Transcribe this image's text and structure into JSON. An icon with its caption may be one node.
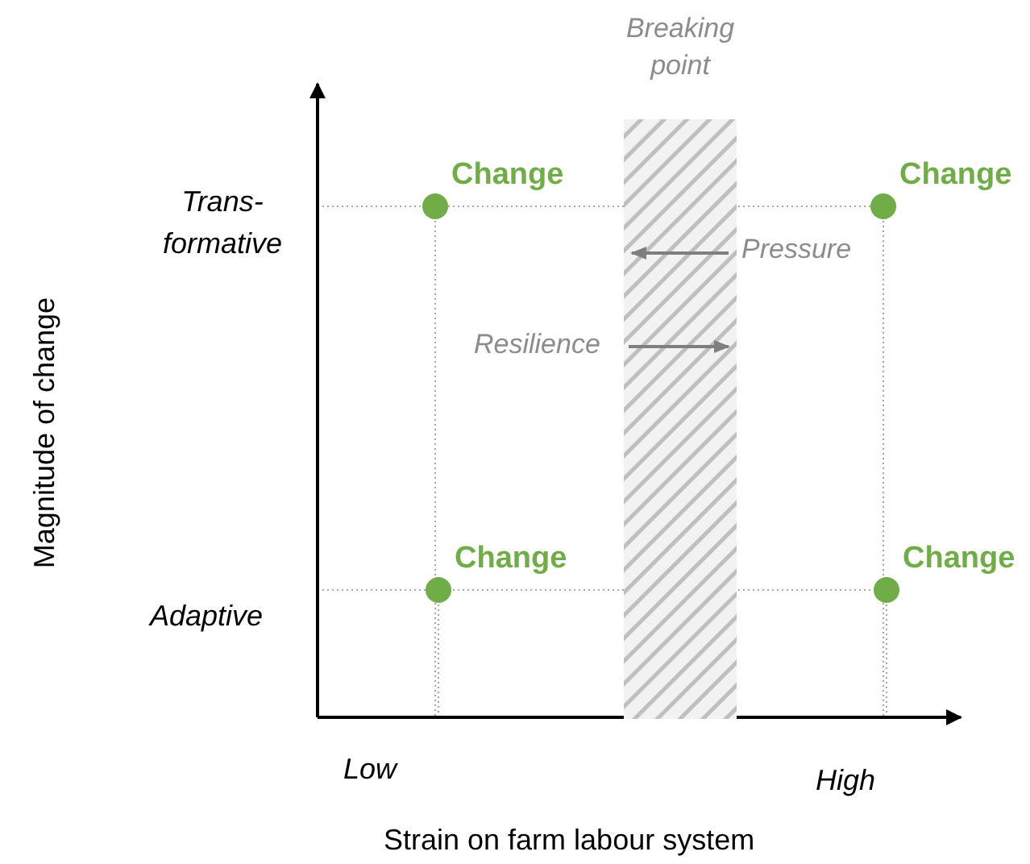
{
  "diagram": {
    "nodes": [
      {
        "text": [
          "Breaking point"
        ]
      },
      {
        "text": [],
        "shape": "circle",
        "beside": [
          "Change"
        ]
      },
      {
        "text": [],
        "shape": "circle",
        "beside": [
          "Change"
        ]
      },
      {
        "text": [],
        "shape": "circle",
        "beside": [
          "Change"
        ]
      },
      {
        "text": [],
        "shape": "circle",
        "beside": [
          "Change"
        ]
      }
    ],
    "edges": [],
    "labels": [
      "Trans-formative",
      "Pressure",
      "Resilience",
      "Magnitude of change",
      "Adaptive",
      "Low",
      "High",
      "Strain on farm labour system"
    ]
  }
}
